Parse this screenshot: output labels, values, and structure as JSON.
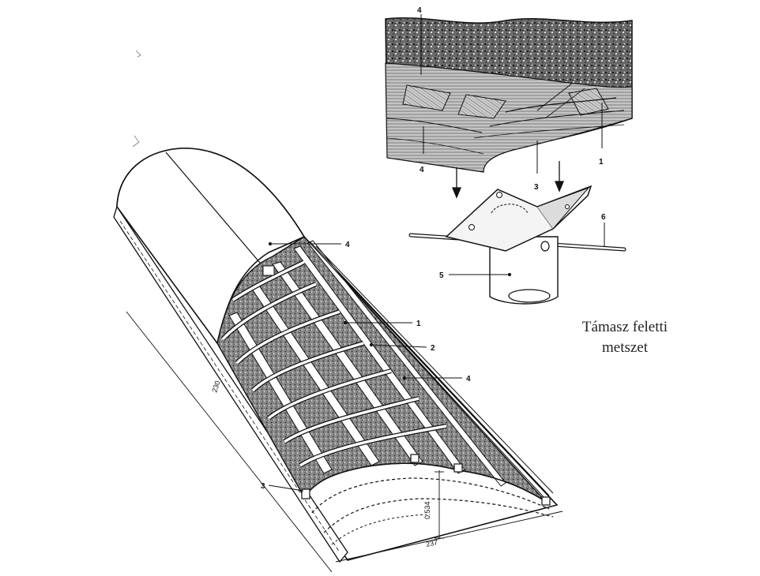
{
  "caption": {
    "line1": "Támasz feletti",
    "line2": "metszet"
  },
  "detail_labels": {
    "top_left_4": "4",
    "lower_left_4": "4",
    "label_3": "3",
    "label_1": "1",
    "label_6": "6",
    "label_5": "5"
  },
  "main_labels": {
    "label_4_top": "4",
    "label_1": "1",
    "label_2": "2",
    "label_4_mid": "4",
    "label_3": "3"
  },
  "dimensions": {
    "length": "230",
    "height": "0.534",
    "width": "237"
  }
}
